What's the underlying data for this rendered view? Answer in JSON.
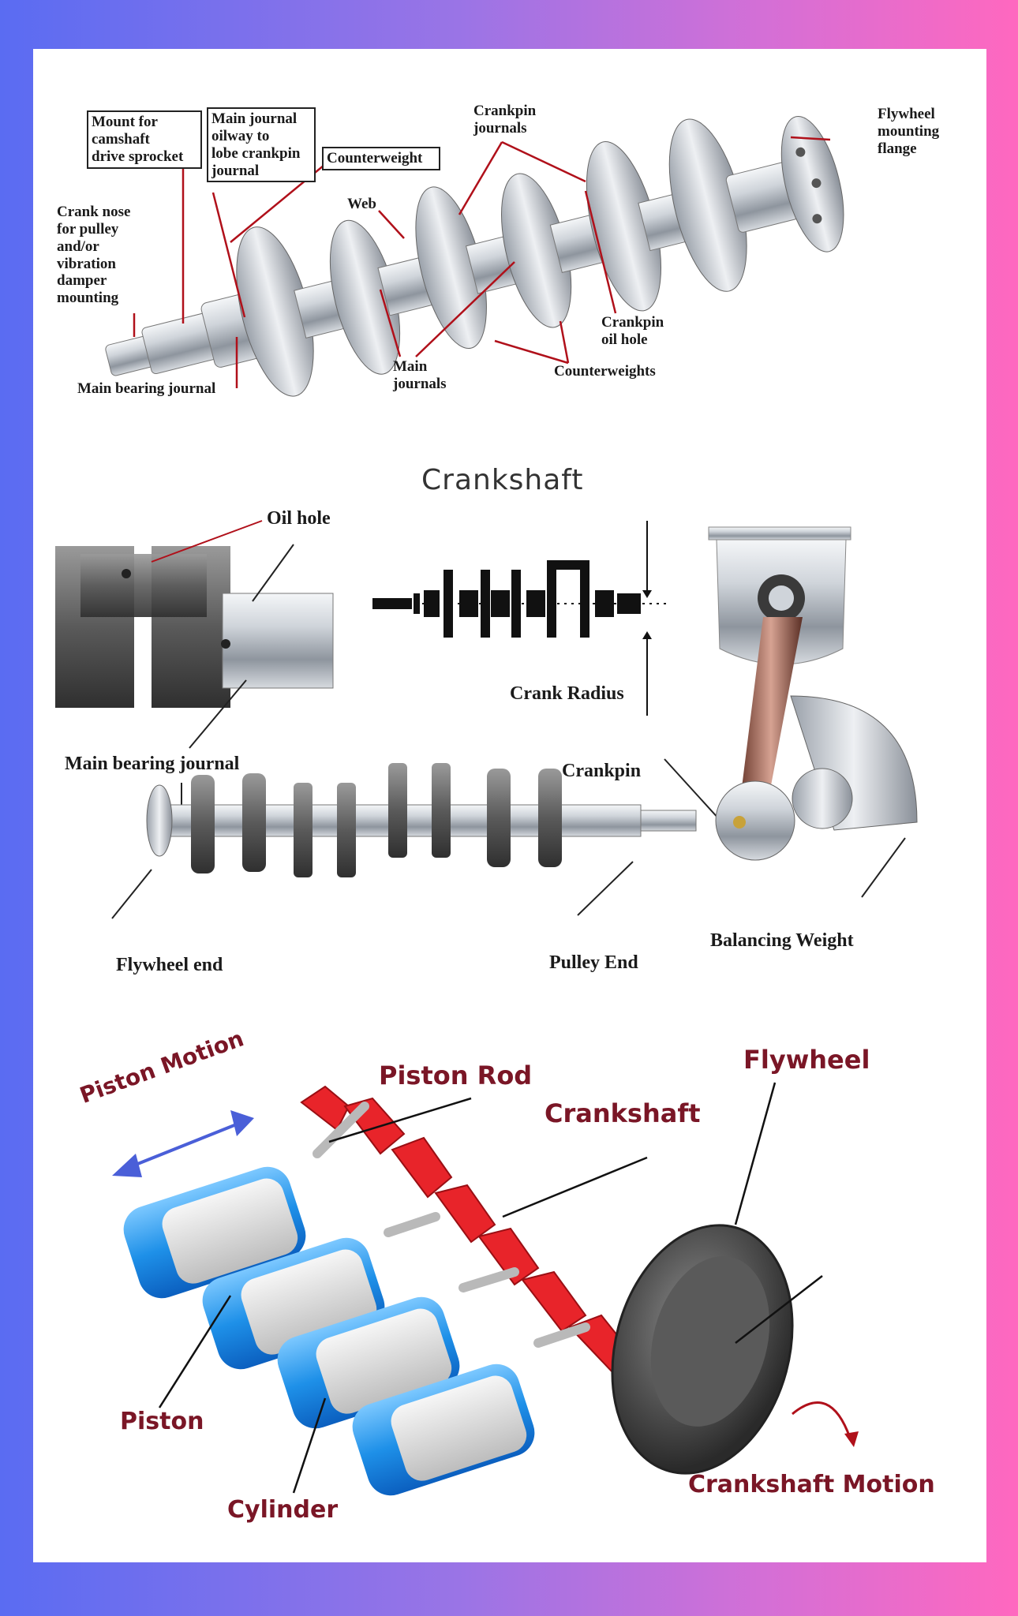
{
  "section1": {
    "labels": {
      "mount_for_camshaft": "Mount for\ncamshaft\ndrive sprocket",
      "main_journal_oilway": "Main journal\noilway to\nlobe crankpin\njournal",
      "counterweight": "Counterweight",
      "crankpin_journals": "Crankpin\njournals",
      "flywheel_mounting_flange": "Flywheel\nmounting\nflange",
      "crank_nose": "Crank nose\nfor pulley\nand/or\nvibration\ndamper\nmounting",
      "web": "Web",
      "main_bearing_journal": "Main bearing journal",
      "main_journals": "Main\njournals",
      "counterweights": "Counterweights",
      "crankpin_oil_hole": "Crankpin\noil hole"
    }
  },
  "section2": {
    "title": "Crankshaft",
    "labels": {
      "oil_hole": "Oil hole",
      "crank_radius": "Crank Radius",
      "main_bearing_journal": "Main bearing journal",
      "crankpin": "Crankpin",
      "flywheel_end": "Flywheel end",
      "pulley_end": "Pulley End",
      "balancing_weight": "Balancing Weight"
    }
  },
  "section3": {
    "labels": {
      "piston_motion": "Piston Motion",
      "piston_rod": "Piston Rod",
      "flywheel": "Flywheel",
      "crankshaft": "Crankshaft",
      "piston": "Piston",
      "cylinder": "Cylinder",
      "crankshaft_motion": "Crankshaft Motion"
    }
  },
  "colors": {
    "label_red": "#7a1626",
    "leader_red": "#b0101a",
    "crank_red": "#e8242a",
    "cylinder_blue": "#1e90e8",
    "arrow_blue": "#4a5fd8",
    "steel": "#b8bec6"
  }
}
